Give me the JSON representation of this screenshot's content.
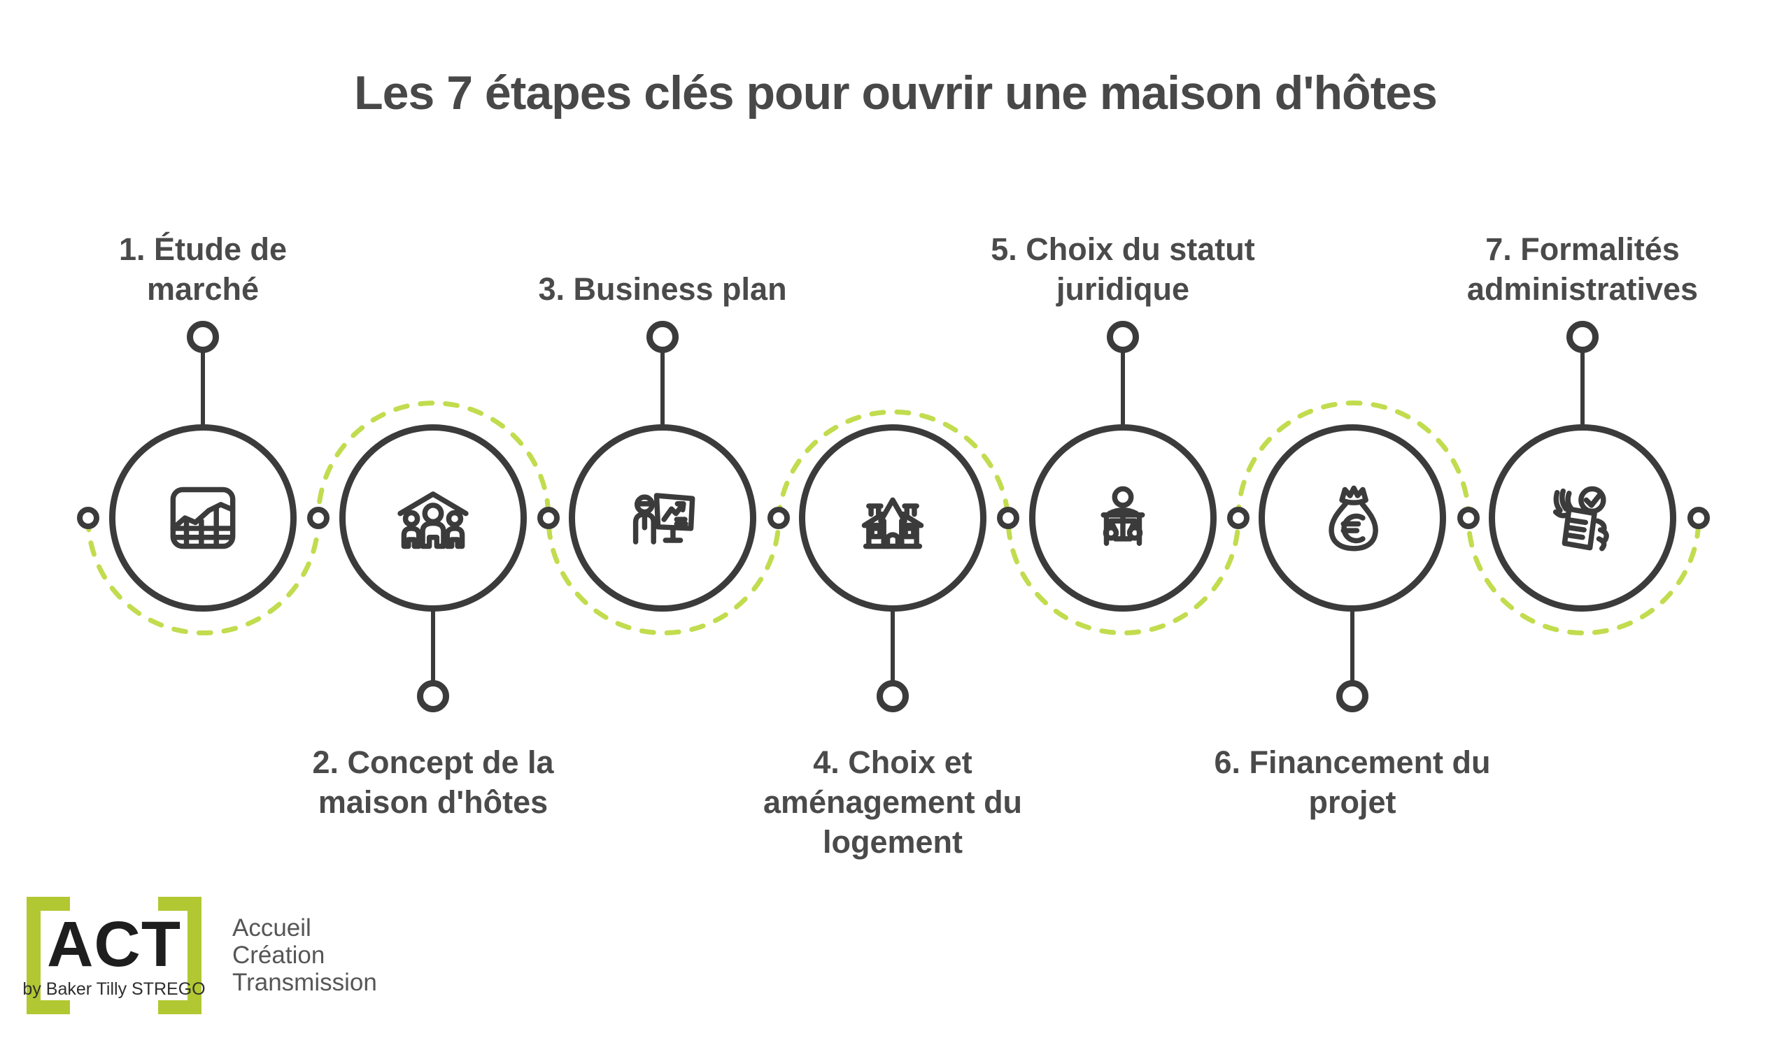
{
  "title": "Les 7 étapes clés pour ouvrir une maison d'hôtes",
  "steps": [
    {
      "label": "1. Étude de\nmarché",
      "icon": "market-chart"
    },
    {
      "label": "2. Concept de la\nmaison d'hôtes",
      "icon": "family-under-roof"
    },
    {
      "label": "3. Business plan",
      "icon": "presentation-board"
    },
    {
      "label": "4. Choix et\naménagement du\nlogement",
      "icon": "guest-house"
    },
    {
      "label": "5. Choix du statut\njuridique",
      "icon": "legal-scales"
    },
    {
      "label": "6. Financement du\nprojet",
      "icon": "money-bag-euro"
    },
    {
      "label": "7. Formalités\nadministratives",
      "icon": "document-check-hands"
    }
  ],
  "logo": {
    "act": "ACT",
    "byline": "by Baker Tilly STREGO",
    "tagline": "Accueil\nCréation\nTransmission"
  },
  "colors": {
    "dark_stroke": "#3b3b3b",
    "text_gray": "#4a4a4a",
    "dash_green": "#c1dc4e",
    "logo_green": "#b2c832"
  }
}
